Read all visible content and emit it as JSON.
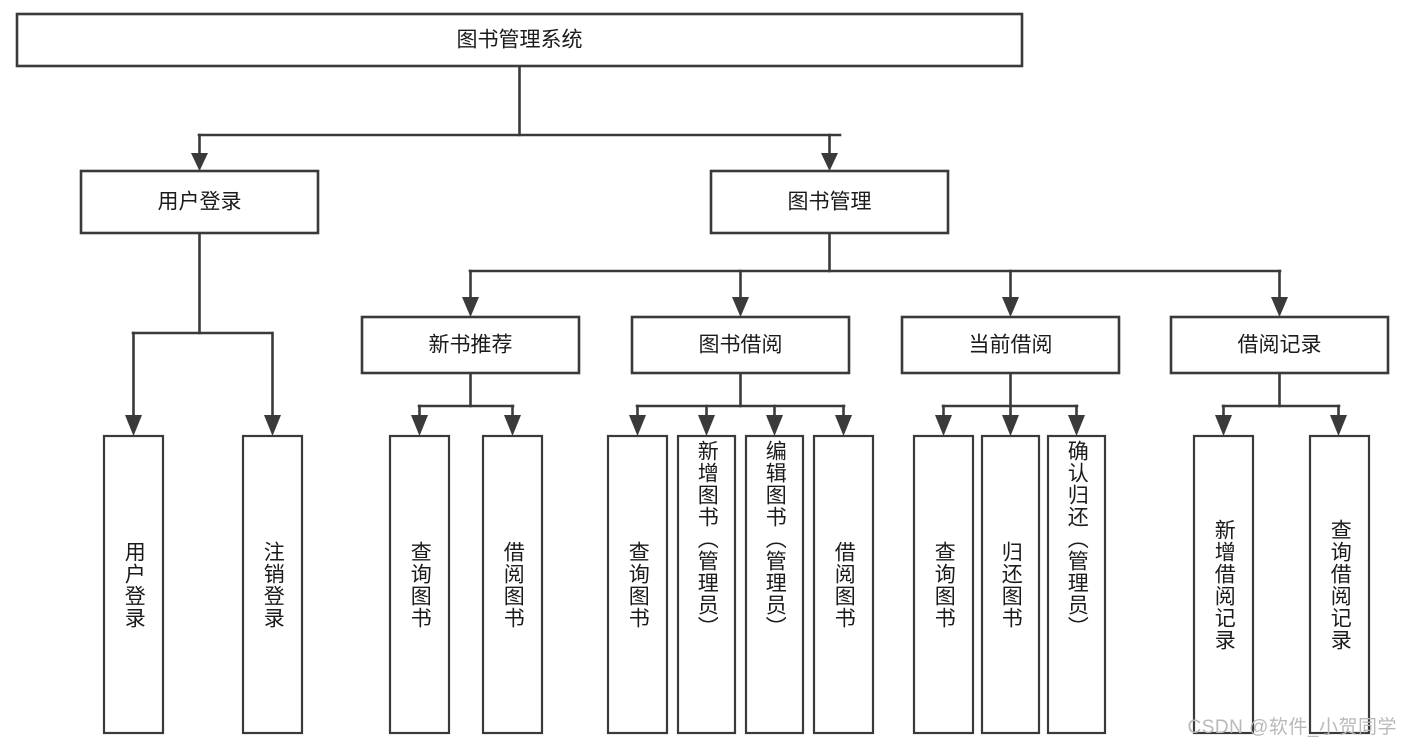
{
  "diagram": {
    "type": "tree-hierarchy-chart",
    "title": "图书管理系统",
    "watermark": "CSDN @软件_小贺同学",
    "colors": {
      "stroke": "#3a3a3a",
      "fill": "#ffffff",
      "text": "#1b1b1b",
      "watermark": "#b9b9b9"
    },
    "root": {
      "id": "root",
      "label": "图书管理系统"
    },
    "level2": [
      {
        "id": "user-login",
        "label": "用户登录"
      },
      {
        "id": "book-management",
        "label": "图书管理"
      }
    ],
    "level3": [
      {
        "id": "new-book-recommend",
        "label": "新书推荐",
        "parent": "book-management"
      },
      {
        "id": "book-borrow",
        "label": "图书借阅",
        "parent": "book-management"
      },
      {
        "id": "current-borrow",
        "label": "当前借阅",
        "parent": "book-management"
      },
      {
        "id": "borrow-record",
        "label": "借阅记录",
        "parent": "book-management"
      }
    ],
    "leaves": [
      {
        "id": "leaf-user-login",
        "label": "用户登录",
        "parent": "user-login"
      },
      {
        "id": "leaf-logout-login",
        "label": "注销登录",
        "parent": "user-login"
      },
      {
        "id": "leaf-query-book-1",
        "label": "查询图书",
        "parent": "new-book-recommend"
      },
      {
        "id": "leaf-borrow-book-1",
        "label": "借阅图书",
        "parent": "new-book-recommend"
      },
      {
        "id": "leaf-query-book-2",
        "label": "查询图书",
        "parent": "book-borrow"
      },
      {
        "id": "leaf-add-book",
        "label": "新增图书（管理员）",
        "parent": "book-borrow"
      },
      {
        "id": "leaf-edit-book",
        "label": "编辑图书（管理员）",
        "parent": "book-borrow"
      },
      {
        "id": "leaf-borrow-book-2",
        "label": "借阅图书",
        "parent": "book-borrow"
      },
      {
        "id": "leaf-query-book-3",
        "label": "查询图书",
        "parent": "current-borrow"
      },
      {
        "id": "leaf-return-book",
        "label": "归还图书",
        "parent": "current-borrow"
      },
      {
        "id": "leaf-confirm-return",
        "label": "确认归还（管理员）",
        "parent": "current-borrow"
      },
      {
        "id": "leaf-add-record",
        "label": "新增借阅记录",
        "parent": "borrow-record"
      },
      {
        "id": "leaf-query-record",
        "label": "查询借阅记录",
        "parent": "borrow-record"
      }
    ]
  }
}
